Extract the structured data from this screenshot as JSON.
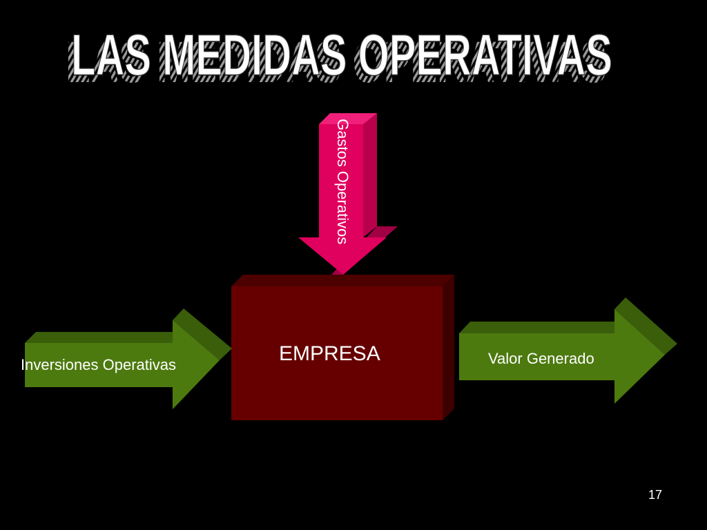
{
  "slide": {
    "title": "LAS MEDIDAS OPERATIVAS",
    "page_number": "17"
  },
  "diagram": {
    "center_box": {
      "label": "EMPRESA"
    },
    "top_arrow": {
      "label": "Gastos Operativos"
    },
    "left_arrow": {
      "label": "Inversiones Operativas"
    },
    "right_arrow": {
      "label": "Valor Generado"
    }
  },
  "colors": {
    "background": "#000000",
    "box_front": "#660000",
    "box_top": "#4d0000",
    "box_side": "#3d0000",
    "green_front": "#4d7a0f",
    "green_top": "#3a5e0a",
    "green_side": "#2f4d08",
    "magenta_front": "#e0005e",
    "magenta_side": "#b8004c",
    "magenta_light": "#f0207a",
    "title_fill": "#ffffff",
    "title_shadow": "#8a8a8a"
  }
}
